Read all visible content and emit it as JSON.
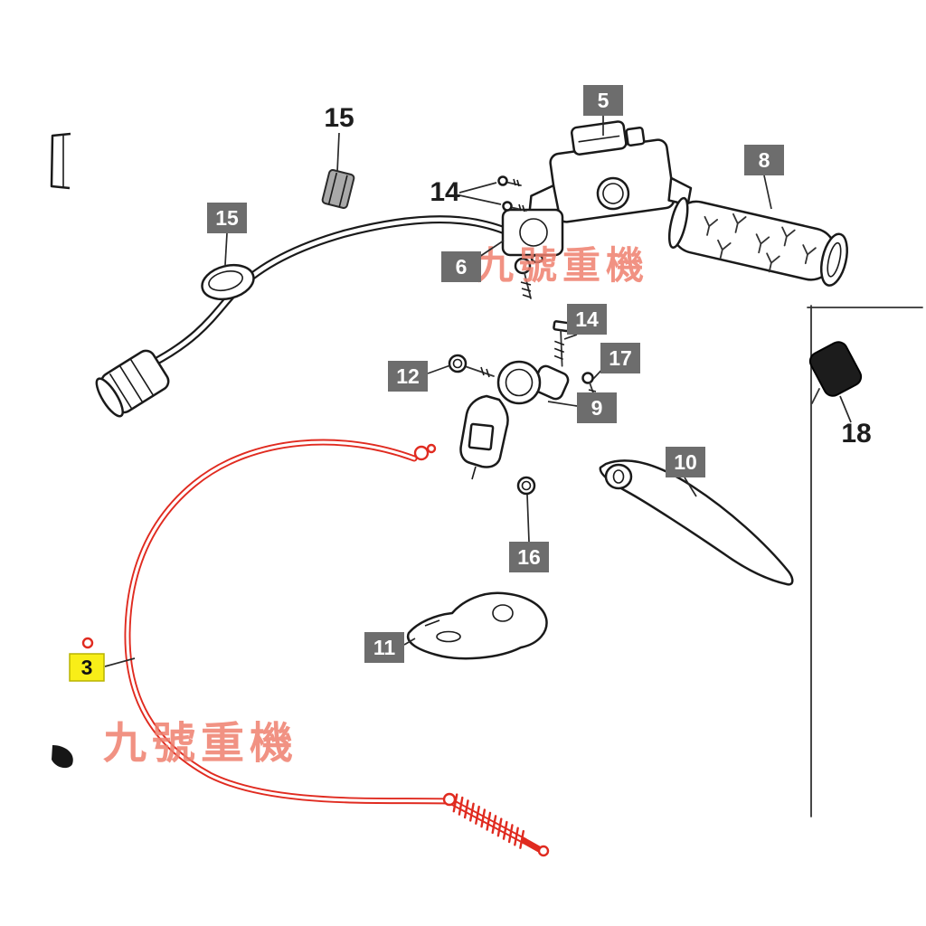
{
  "diagram": {
    "watermark": {
      "text": "九號重機",
      "color": "#ef7f6e"
    },
    "colors": {
      "highlight": "#e02b20",
      "label_bg": "#6d6d6d",
      "label_text": "#ffffff",
      "highlight_label_bg": "#f8ee18",
      "highlight_label_text": "#111111"
    },
    "labels": {
      "l15_top": "15",
      "l14_top": "14",
      "l5": "5",
      "l8": "8",
      "l15_box": "15",
      "l6": "6",
      "l14_box": "14",
      "l17": "17",
      "l12": "12",
      "l9": "9",
      "l10": "10",
      "l18": "18",
      "l16": "16",
      "l11": "11",
      "l3": "3"
    }
  }
}
